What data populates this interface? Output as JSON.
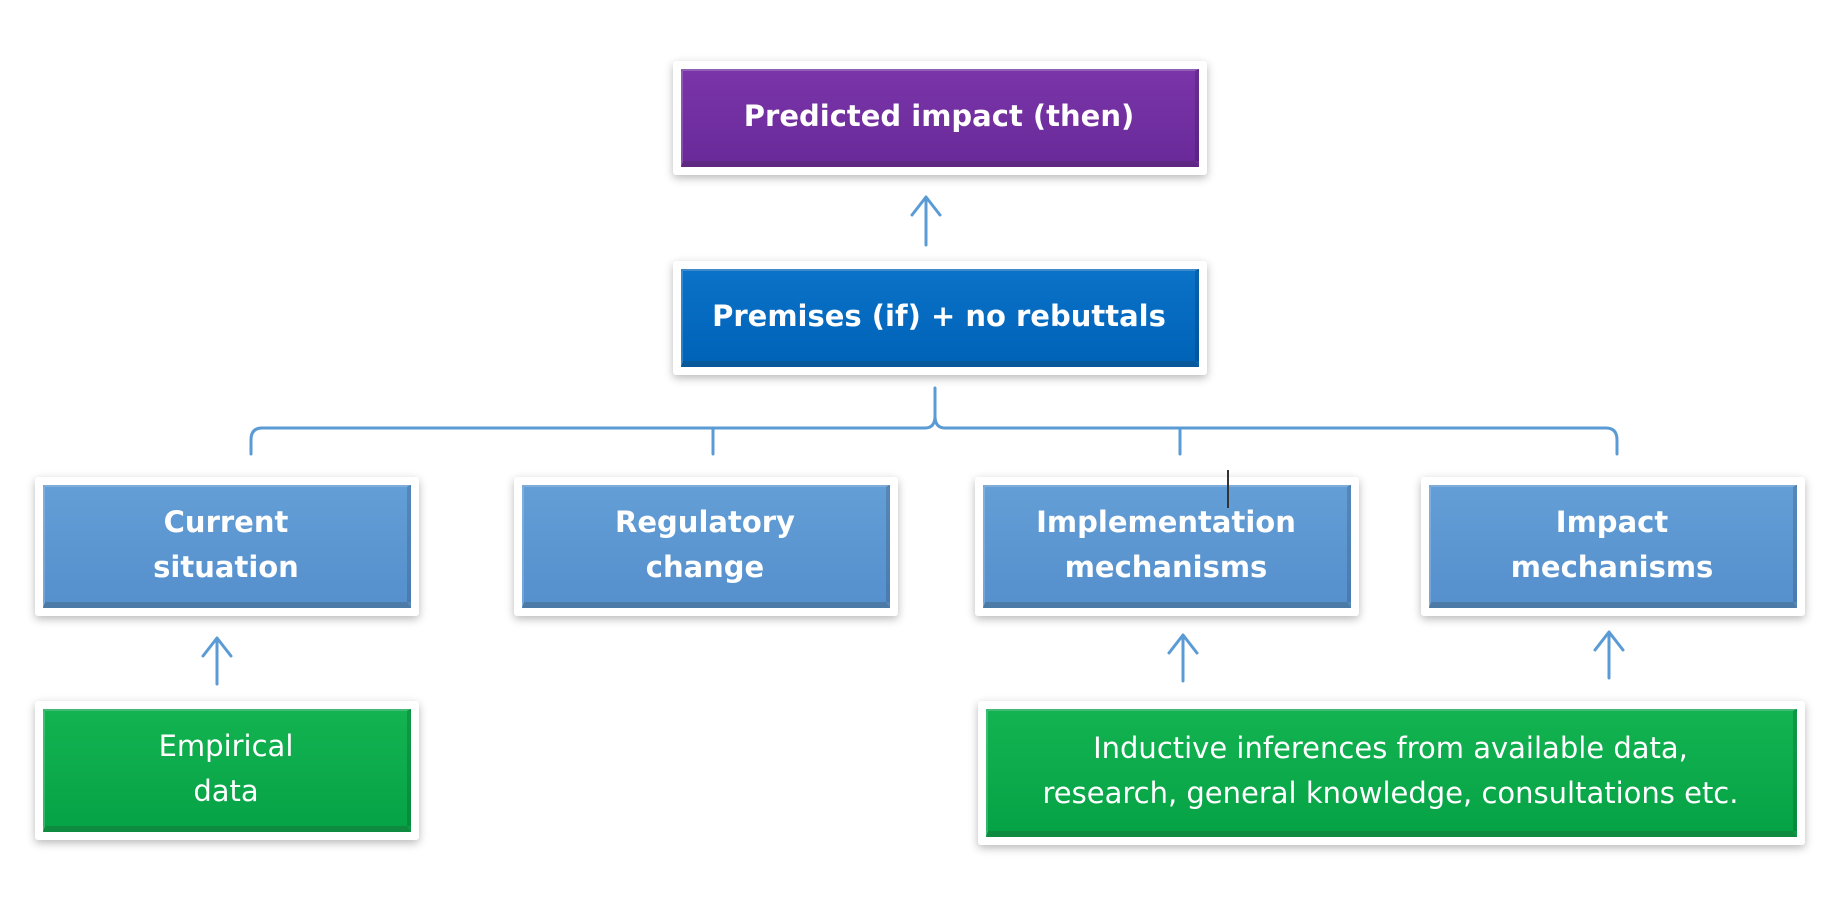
{
  "colors": {
    "connector": "#5b9bd5",
    "purple": "#7030a0",
    "dark_blue": "#0070c0",
    "mid_blue": "#5b9bd5",
    "green": "#00b050"
  },
  "nodes": {
    "predicted": "Predicted impact (then)",
    "premises": "Premises (if) + no rebuttals",
    "current": "Current\nsituation",
    "regulatory": "Regulatory\nchange",
    "implementation": "Implementation\nmechanisms",
    "impact": "Impact\nmechanisms",
    "empirical": "Empirical\ndata",
    "inductive": "Inductive inferences from available data,\nresearch, general knowledge, consultations etc."
  }
}
